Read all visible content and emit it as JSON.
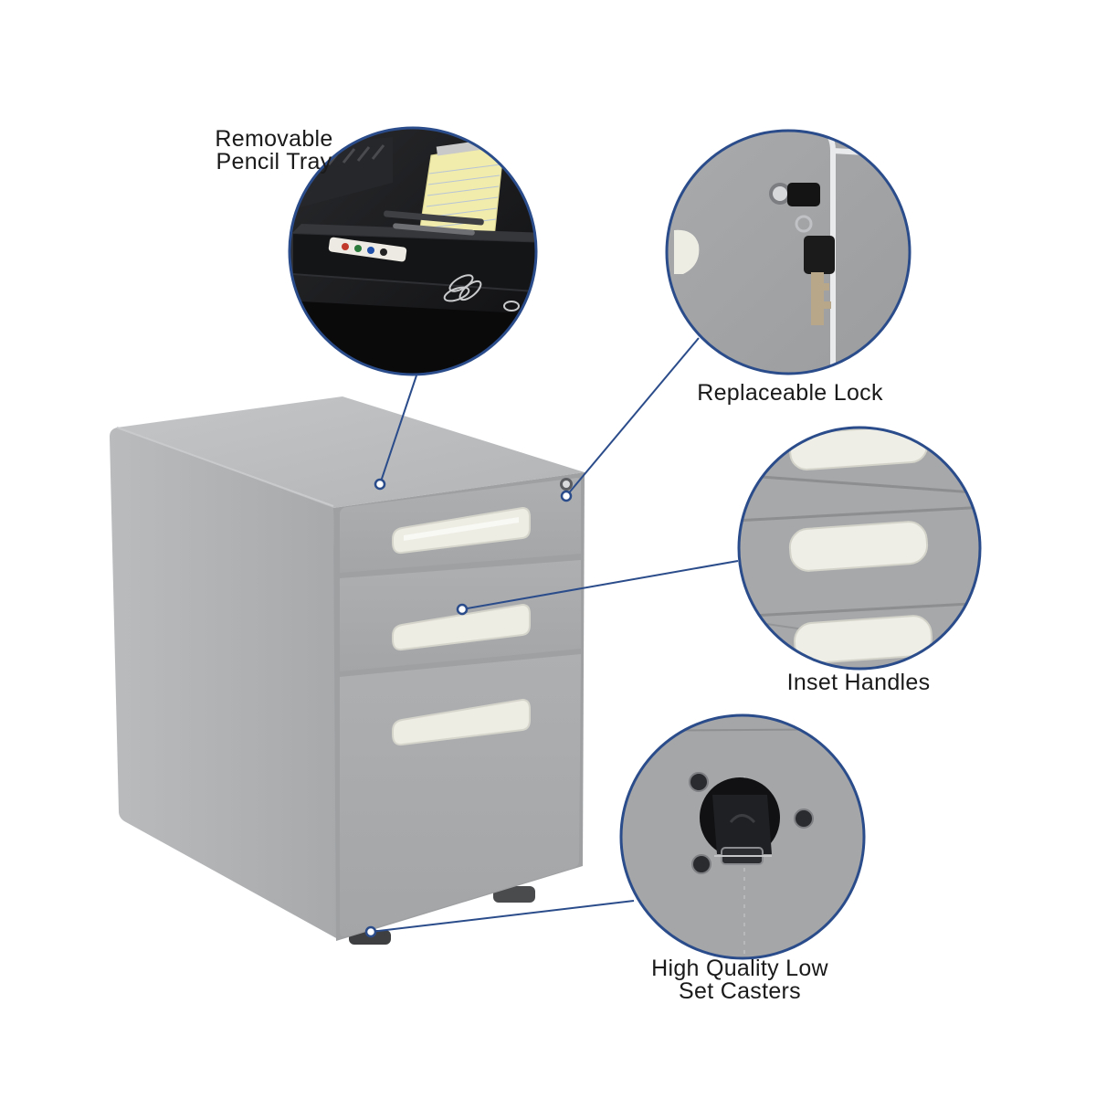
{
  "colors": {
    "accent": "#2b4c8a",
    "cabinet_body": "#b4b6b8",
    "cabinet_front": "#a9abad",
    "handle": "#efeee6",
    "tray_dark": "#1a1b1d",
    "legal_pad": "#f1ecab"
  },
  "callouts": {
    "pencil_tray": {
      "line1": "Removable",
      "line2": "Pencil Tray"
    },
    "lock": {
      "line1": "Replaceable Lock"
    },
    "handles": {
      "line1": "Inset Handles"
    },
    "casters": {
      "line1": "High Quality Low",
      "line2": "Set Casters"
    }
  },
  "icons": {
    "key": "key-icon",
    "caster": "caster-icon"
  }
}
